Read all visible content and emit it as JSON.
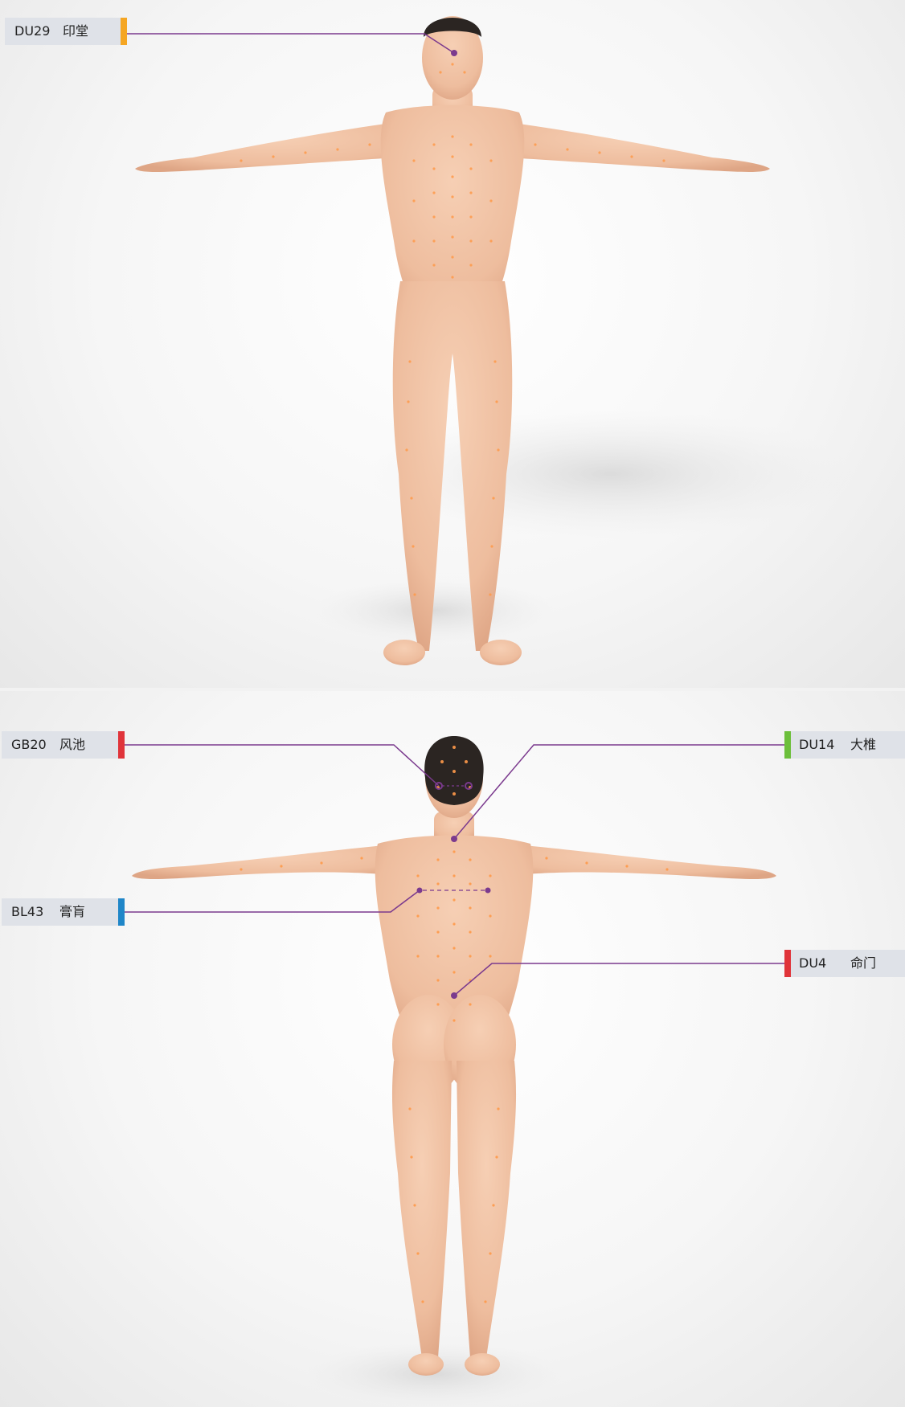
{
  "views": {
    "front": {
      "points": [
        {
          "code": "DU29",
          "name": "印堂",
          "color": "#f5a623"
        }
      ]
    },
    "back": {
      "points": [
        {
          "code": "GB20",
          "name": "风池",
          "color": "#e0343a"
        },
        {
          "code": "DU14",
          "name": "大椎",
          "color": "#6cbf3b"
        },
        {
          "code": "BL43",
          "name": "膏肓",
          "color": "#1f86c8"
        },
        {
          "code": "DU4",
          "name": "命门",
          "color": "#e0343a"
        }
      ]
    }
  },
  "colors": {
    "leader_line": "#7b3a8e",
    "point_marker": "#7b3a8e",
    "skin": "#f0c3a5",
    "hair": "#2b2522",
    "acupoint_dot": "#ff9a4a",
    "label_background": "#dfe2e8"
  }
}
